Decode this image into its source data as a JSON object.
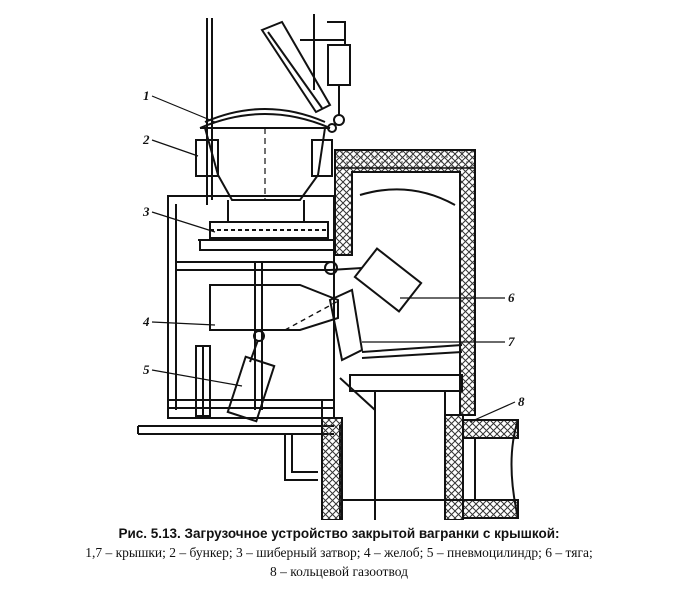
{
  "labels": [
    {
      "num": "1"
    },
    {
      "num": "2"
    },
    {
      "num": "3"
    },
    {
      "num": "4"
    },
    {
      "num": "5"
    },
    {
      "num": "6"
    },
    {
      "num": "7"
    },
    {
      "num": "8"
    }
  ],
  "caption": {
    "title": "Рис. 5.13. Загрузочное устройство закрытой вагранки с крышкой:",
    "legend_line1": "1,7 – крышки; 2 – бункер; 3 – шиберный затвор; 4 – желоб; 5 – пневмоцилиндр; 6 – тяга;",
    "legend_line2": "8 – кольцевой газоотвод"
  },
  "colors": {
    "ink": "#111111",
    "hatch": "#444444",
    "background": "#ffffff"
  }
}
